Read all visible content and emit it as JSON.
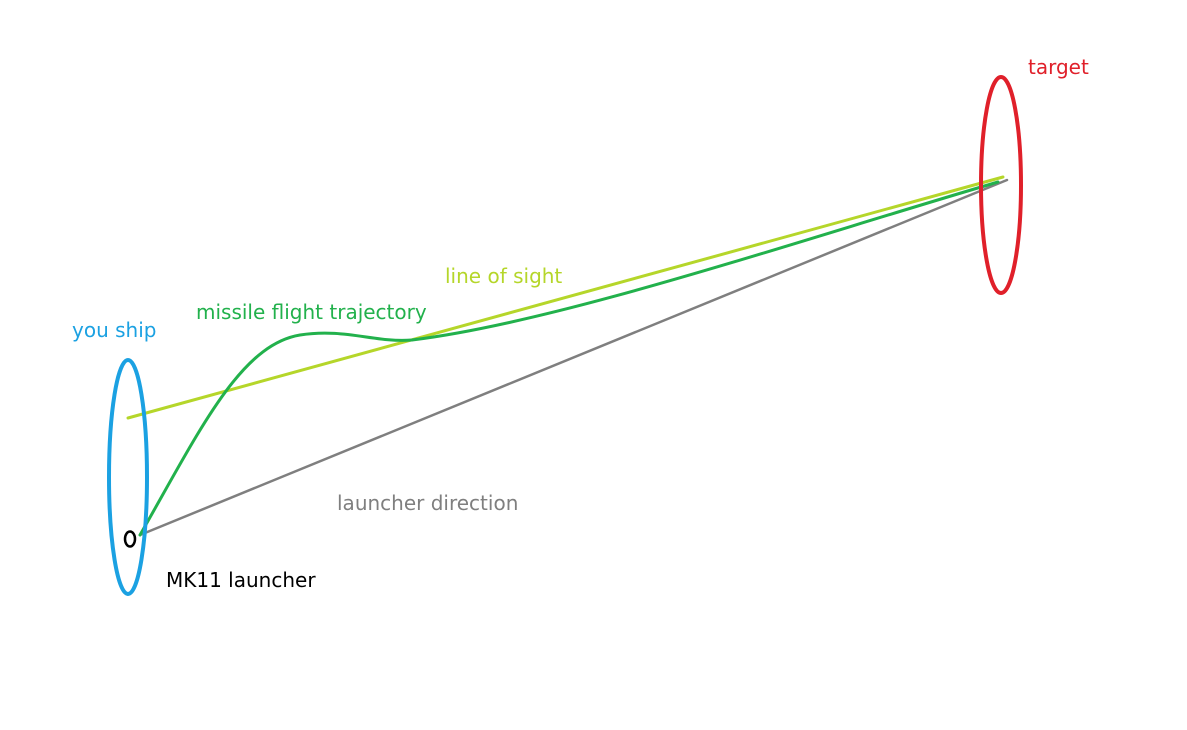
{
  "labels": {
    "you_ship": "you ship",
    "target": "target",
    "line_of_sight": "line of sight",
    "missile_trajectory": "missile flight trajectory",
    "launcher_direction": "launcher direction",
    "launcher": "MK11 launcher"
  },
  "colors": {
    "you_ship": "#1ba1e2",
    "target": "#e0202a",
    "line_of_sight": "#b5d62a",
    "missile_trajectory": "#22b14c",
    "launcher_direction": "#7f7f7f",
    "launcher": "#000000"
  }
}
